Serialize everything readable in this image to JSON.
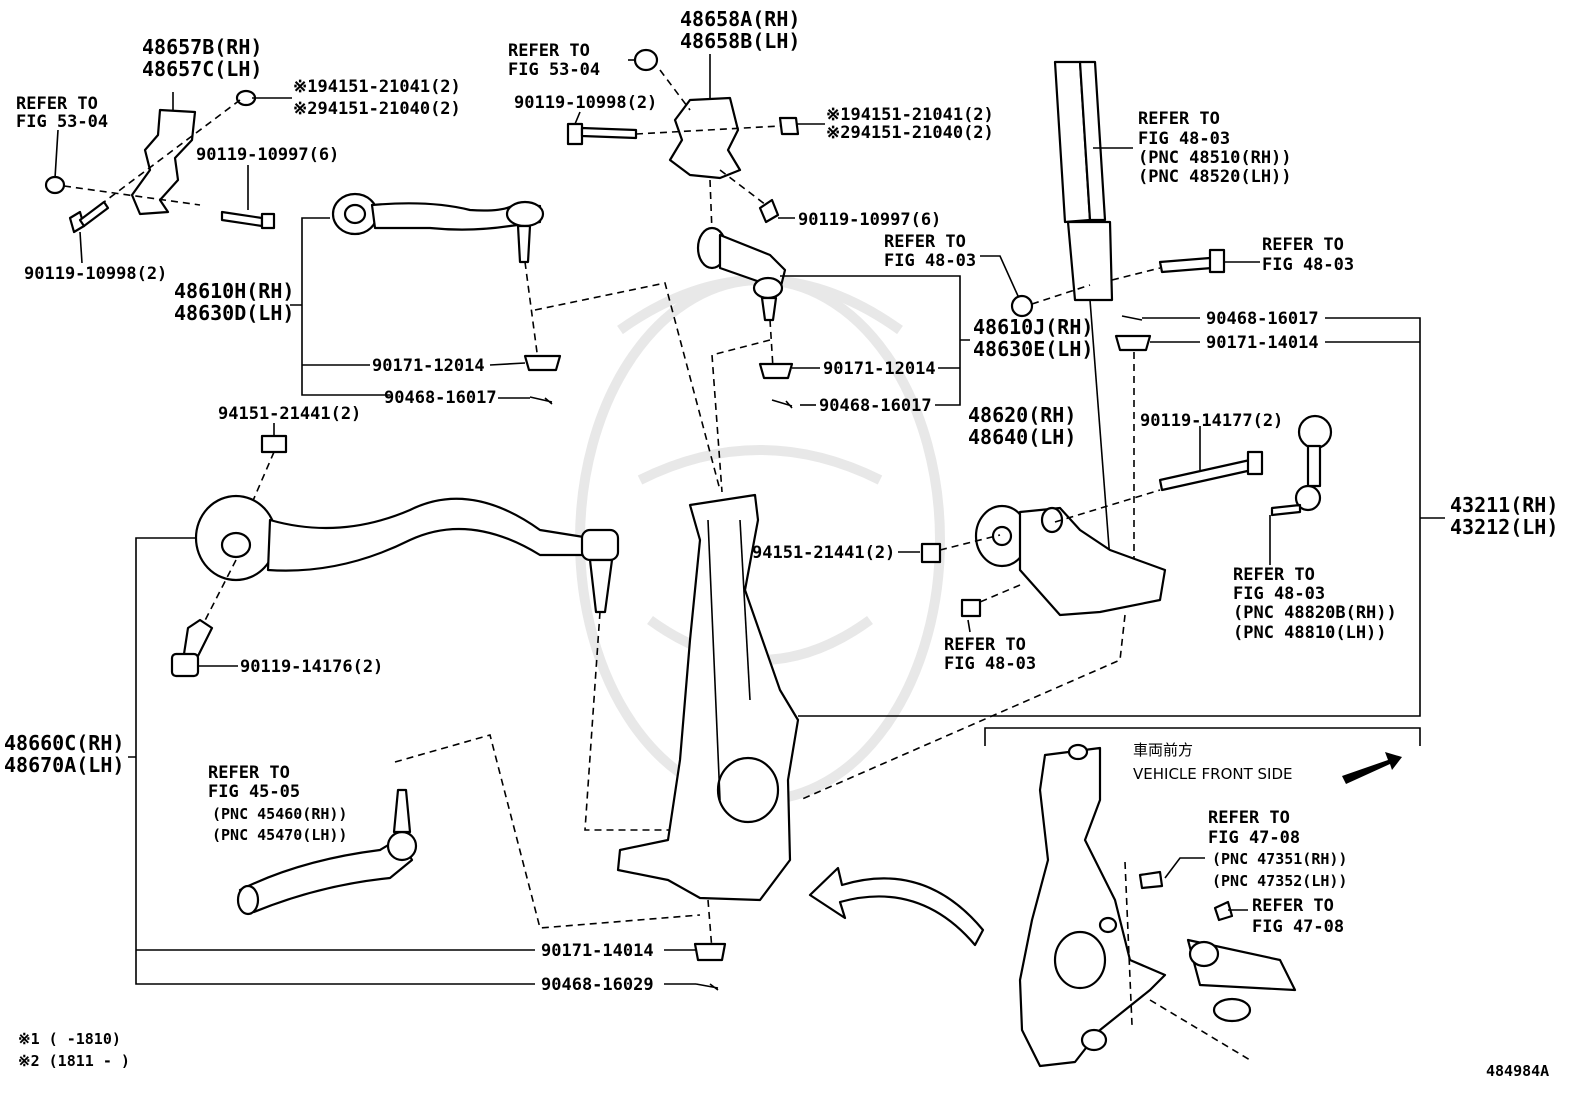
{
  "labels": {
    "ref_53_04_left": [
      "REFER TO",
      "FIG 53-04"
    ],
    "p48657": [
      "48657B(RH)",
      "48657C(LH)"
    ],
    "p94151_top_left": [
      "※194151-21041(2)",
      "※294151-21040(2)"
    ],
    "p90119_10997_left": "90119-10997(6)",
    "p90119_10998_left": "90119-10998(2)",
    "p48610H": [
      "48610H(RH)",
      "48630D(LH)"
    ],
    "p90171_12014_left": "90171-12014",
    "p90468_16017_left": "90468-16017",
    "p94151_21441_left": "94151-21441(2)",
    "p90119_14176": "90119-14176(2)",
    "p48660C": [
      "48660C(RH)",
      "48670A(LH)"
    ],
    "ref_45_05": [
      "REFER TO",
      "FIG 45-05",
      "(PNC 45460(RH))",
      "(PNC 45470(LH))"
    ],
    "p90171_14014_bottom": "90171-14014",
    "p90468_16029": "90468-16029",
    "footnotes": [
      "※1 (      -1810)",
      "※2 (1811 -      )"
    ],
    "ref_53_04_top": [
      "REFER TO",
      "FIG 53-04"
    ],
    "p48658A": [
      "48658A(RH)",
      "48658B(LH)"
    ],
    "p90119_10998_top": "90119-10998(2)",
    "p94151_top_mid": [
      "※194151-21041(2)",
      "※294151-21040(2)"
    ],
    "ref_48_03_strut": [
      "REFER TO",
      "FIG 48-03",
      "(PNC 48510(RH))",
      "(PNC 48520(LH))"
    ],
    "p90119_10997_mid": "90119-10997(6)",
    "ref_48_03_mid": [
      "REFER TO",
      "FIG 48-03"
    ],
    "ref_48_03_bolt": [
      "REFER TO",
      "FIG 48-03"
    ],
    "p48610J": [
      "48610J(RH)",
      "48630E(LH)"
    ],
    "p90171_12014_mid": "90171-12014",
    "p90468_16017_mid": "90468-16017",
    "p90468_16017_right": "90468-16017",
    "p90171_14014_right": "90171-14014",
    "p48620": [
      "48620(RH)",
      "48640(LH)"
    ],
    "p90119_14177": "90119-14177(2)",
    "p43211": [
      "43211(RH)",
      "43212(LH)"
    ],
    "p94151_21441_mid": "94151-21441(2)",
    "ref_48_03_lower": [
      "REFER TO",
      "FIG 48-03"
    ],
    "ref_48_03_link": [
      "REFER TO",
      "FIG 48-03",
      "(PNC 48820B(RH))",
      "(PNC 48810(LH))"
    ],
    "vehicle_front_jp": "車両前方",
    "vehicle_front_en": "VEHICLE FRONT SIDE",
    "ref_47_08_a": [
      "REFER TO",
      "FIG 47-08",
      "(PNC 47351(RH))",
      "(PNC 47352(LH))"
    ],
    "ref_47_08_b": [
      "REFER TO",
      "FIG 47-08"
    ],
    "figure_id": "484984A"
  }
}
